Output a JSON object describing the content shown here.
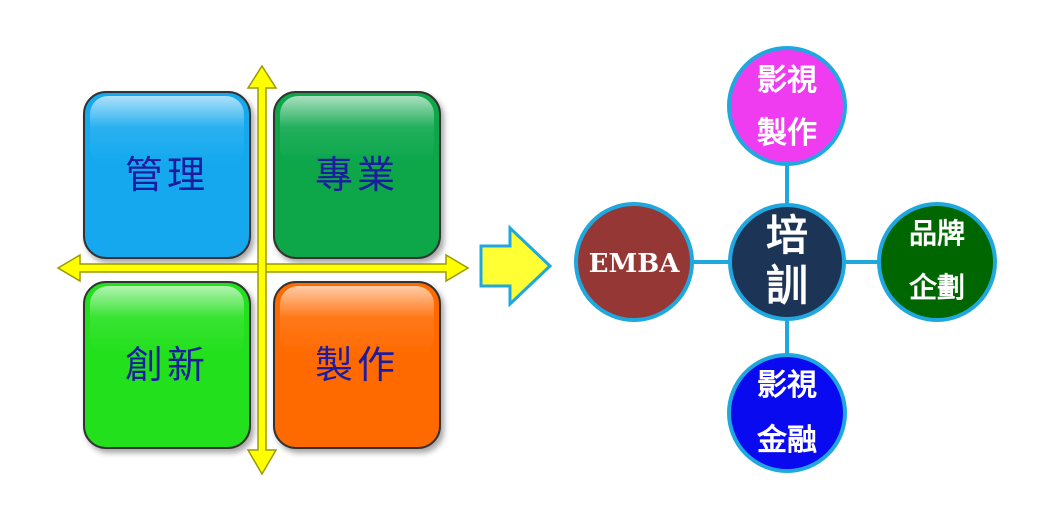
{
  "quadrants": [
    {
      "label": "管理",
      "color": "#12a8ee",
      "text_color": "#1a1aa0"
    },
    {
      "label": "專業",
      "color": "#0aa64a",
      "text_color": "#1a1aa0"
    },
    {
      "label": "創新",
      "color": "#22e01c",
      "text_color": "#1a1aa0"
    },
    {
      "label": "製作",
      "color": "#ff6a00",
      "text_color": "#1a1aa0"
    }
  ],
  "center": {
    "line1": "培",
    "line2": "訓",
    "color": "#1c3557"
  },
  "bubbles": [
    {
      "line1": "影視",
      "line2": "製作",
      "color": "#f03cf0"
    },
    {
      "line1": "EMBA",
      "line2": "",
      "color": "#953734"
    },
    {
      "line1": "品牌",
      "line2": "企劃",
      "color": "#006600"
    },
    {
      "line1": "影視",
      "line2": "金融",
      "color": "#0a0af0"
    }
  ],
  "colors": {
    "axis": "#ffff00",
    "axis_outline": "#9a9a00",
    "connector": "#1fa8e0",
    "arrow": "#ffff33"
  }
}
